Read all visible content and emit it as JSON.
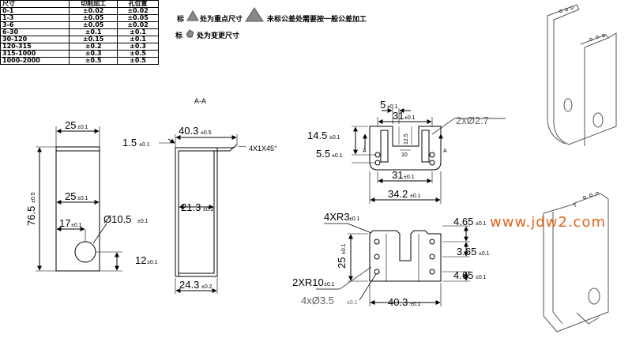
{
  "tolerance_table": {
    "headers": [
      "尺寸",
      "切削加工",
      "孔位置"
    ],
    "rows": [
      [
        "0-1",
        "±0.02",
        "±0.02"
      ],
      [
        "1-3",
        "±0.05",
        "±0.05"
      ],
      [
        "3-6",
        "±0.05",
        "±0.02"
      ],
      [
        "6-30",
        "±0.1",
        "±0.1"
      ],
      [
        "30-120",
        "±0.15",
        "±0.1"
      ],
      [
        "120-315",
        "±0.2",
        "±0.3"
      ],
      [
        "315-1000",
        "±0.3",
        "±0.5"
      ],
      [
        "1000-2000",
        "±0.5",
        "±0.5"
      ]
    ]
  },
  "notes": {
    "key_dim_a": "标",
    "key_dim_b": "处为重点尺寸",
    "general_tol": "未标公差处需要按一般公差加工",
    "changed_dim_a": "标",
    "changed_dim_b": "处为变更尺寸"
  },
  "section_label": "A-A",
  "dims": {
    "d25_top": "25",
    "d25_top_t": "±0.1",
    "d25_mid": "25",
    "d25_mid_t": "±0.1",
    "d76": "76.5",
    "d76_t": "±0.5",
    "d17": "17",
    "d17_t": "±0.1",
    "dhole": "Ø10.5",
    "dhole_t": "±0.1",
    "d12": "12",
    "d12_t": "±0.1",
    "d1_5": "1.5",
    "d1_5_t": "±0.1",
    "d40_3a": "40.3",
    "d40_3a_t": "±0.5",
    "chamfer": "4X1X45°",
    "d21_3": "21.3",
    "d21_3_t": "±0.2",
    "d24_3": "24.3",
    "d24_3_t": "±0.2",
    "d5": "5",
    "d5_t": "±0.1",
    "d31a": "31",
    "d31a_t": "±0.1",
    "d2x27": "2xØ2.7",
    "d14_5": "14.5",
    "d14_5_t": "±0.1",
    "d5_5": "5.5",
    "d5_5_t": "±0.1",
    "d12_5": "12.5",
    "d10": "10",
    "d31b": "31",
    "d31b_t": "±0.1",
    "d34_2": "34.2",
    "d34_2_t": "±0.1",
    "sec_a": "A",
    "d4xr3": "4XR3",
    "d4xr3_t": "±0.1",
    "d25r": "25",
    "d25r_t": "±0.1",
    "d2xr10": "2XR10",
    "d2xr10_t": "±0.1",
    "d4x35": "4xØ3.5",
    "d4x35_t": "±0.1",
    "d40_3b": "40.3",
    "d40_3b_t": "±0.1",
    "d4_65a": "4.65",
    "d4_65a_t": "±0.1",
    "d3_65": "3.65",
    "d3_65_t": "±0.1",
    "d4_65b": "4.65",
    "d4_65b_t": "±0.1"
  },
  "watermark": "www.jdw2.com"
}
